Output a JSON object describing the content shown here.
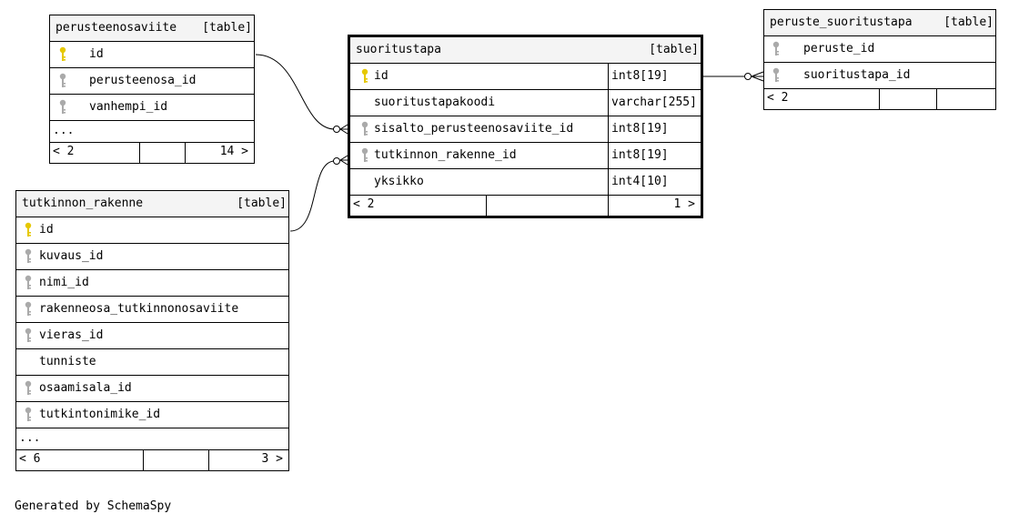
{
  "tables": {
    "perusteenosaviite": {
      "name": "perusteenosaviite",
      "tag": "[table]",
      "columns": [
        {
          "name": "id",
          "key": "primary"
        },
        {
          "name": "perusteenosa_id",
          "key": "foreign"
        },
        {
          "name": "vanhempi_id",
          "key": "foreign"
        }
      ],
      "more": "...",
      "footer_left": "< 2",
      "footer_right": "14 >"
    },
    "suoritustapa": {
      "name": "suoritustapa",
      "tag": "[table]",
      "columns": [
        {
          "name": "id",
          "type": "int8[19]",
          "key": "primary"
        },
        {
          "name": "suoritustapakoodi",
          "type": "varchar[255]",
          "key": "none"
        },
        {
          "name": "sisalto_perusteenosaviite_id",
          "type": "int8[19]",
          "key": "foreign"
        },
        {
          "name": "tutkinnon_rakenne_id",
          "type": "int8[19]",
          "key": "foreign"
        },
        {
          "name": "yksikko",
          "type": "int4[10]",
          "key": "none"
        }
      ],
      "footer_left": "< 2",
      "footer_right": "1 >"
    },
    "peruste_suoritustapa": {
      "name": "peruste_suoritustapa",
      "tag": "[table]",
      "columns": [
        {
          "name": "peruste_id",
          "key": "foreign"
        },
        {
          "name": "suoritustapa_id",
          "key": "foreign"
        }
      ],
      "footer_left": "< 2"
    },
    "tutkinnon_rakenne": {
      "name": "tutkinnon_rakenne",
      "tag": "[table]",
      "columns": [
        {
          "name": "id",
          "key": "primary"
        },
        {
          "name": "kuvaus_id",
          "key": "foreign"
        },
        {
          "name": "nimi_id",
          "key": "foreign"
        },
        {
          "name": "rakenneosa_tutkinnonosaviite",
          "key": "foreign"
        },
        {
          "name": "vieras_id",
          "key": "foreign"
        },
        {
          "name": "tunniste",
          "key": "none"
        },
        {
          "name": "osaamisala_id",
          "key": "foreign"
        },
        {
          "name": "tutkintonimike_id",
          "key": "foreign"
        }
      ],
      "more": "...",
      "footer_left": "< 6",
      "footer_right": "3 >"
    }
  },
  "footer_text": "Generated by SchemaSpy",
  "colors": {
    "primary_key": "#e6c800",
    "foreign_key": "#aaaaaa"
  }
}
